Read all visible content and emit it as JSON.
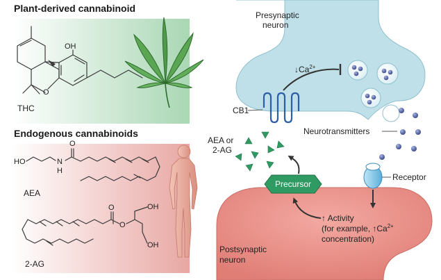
{
  "left_panel": {
    "plant": {
      "heading": "Plant-derived cannabinoid",
      "molecule_label": "THC",
      "oh_label": "OH",
      "oxygen_label": "O",
      "background_color": "#a9d7b4"
    },
    "endogenous": {
      "heading": "Endogenous cannabinoids",
      "aea_label": "AEA",
      "ag_label": "2-AG",
      "ho_label": "HO",
      "n_label": "N",
      "h_label": "H",
      "o_label": "O",
      "oh_label": "OH",
      "background_color": "#e8a7a3"
    }
  },
  "synapse": {
    "presynaptic_label_line1": "Presynaptic",
    "presynaptic_label_line2": "neuron",
    "postsynaptic_label_line1": "Postsynaptic",
    "postsynaptic_label_line2": "neuron",
    "ca_inhibition_label": "↓Ca",
    "ca_charge": "2+",
    "cb1_label": "CB1",
    "neurotransmitters_label": "Neurotransmitters",
    "ligand_label_line1": "AEA or",
    "ligand_label_line2": "2-AG",
    "precursor_label": "Precursor",
    "receptor_label": "Receptor",
    "activity_line1": "↑ Activity",
    "activity_line2_prefix": "(for example, ↑Ca",
    "activity_charge": "2+",
    "activity_line3": "concentration)",
    "colors": {
      "presynaptic": "#bfe0e8",
      "postsynaptic": "#e58f87",
      "receptor_cb1": "#2a5fa8",
      "ligand": "#2f9a62",
      "precursor": "#2f9a62",
      "vesicle_dot": "#5a6aa8"
    }
  }
}
